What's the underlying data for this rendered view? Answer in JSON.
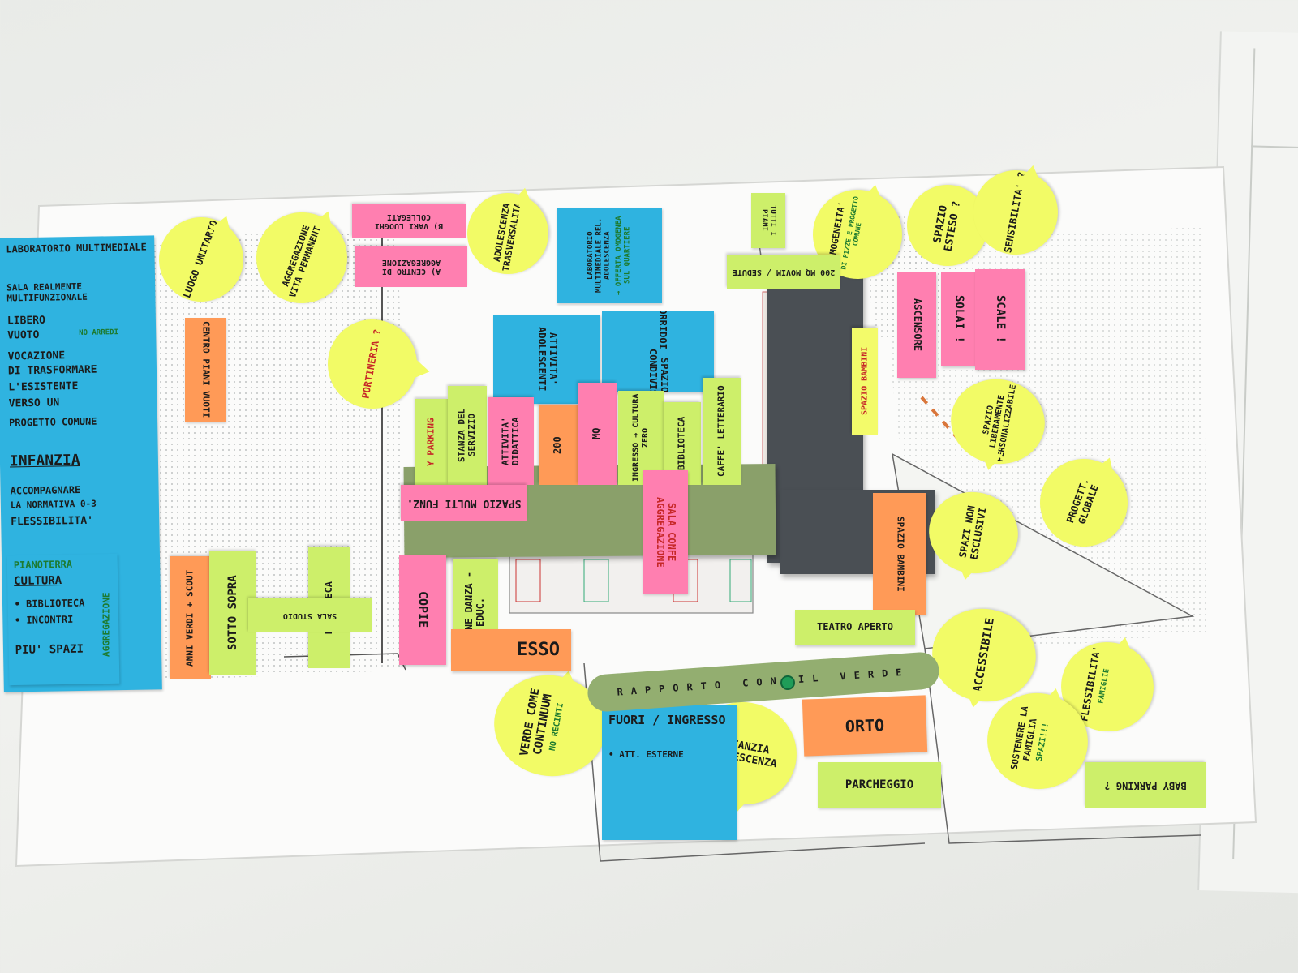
{
  "blue_block": {
    "lines": [
      "LABORATORIO MULTIMEDIALE",
      "SALA REALMENTE MULTIFUNZIONALE",
      "LIBERO",
      "VUOTO",
      "NO ARREDI",
      "VOCAZIONE",
      "DI TRASFORMARE",
      "L'ESISTENTE",
      "VERSO UN",
      "PROGETTO COMUNE",
      "INFANZIA",
      "ACCOMPAGNARE",
      "LA NORMATIVA 0-3",
      "FLESSIBILITA'"
    ]
  },
  "cultura_block": {
    "title_green": "PIANOTERRA",
    "title": "CULTURA",
    "items": [
      "• BIBLIOTECA",
      "• INCONTRI",
      "PIU' SPAZI"
    ],
    "side_green": "AGGREGAZIONE"
  },
  "bubbles": {
    "luogo": "LUOGO UNITARIO",
    "aggregazione": "AGGREGAZIONE VITA PERMANENTE",
    "adolescenza": "ADOLESCENZA TRASVERSALITA'",
    "portineria": "PORTINERIA ?",
    "omogeneita": "OMOGENEITA'",
    "omogeneita_sub": "DI PIZZE E PROGETTO COMUNE",
    "spazio_esteso": "SPAZIO ESTESO ?",
    "sensibilita": "SENSIBILITA' ?",
    "spazio_libero": "SPAZIO LIBERAMENTE PERSONALIZZABILE",
    "progett_globale": "PROGETT. GLOBALE",
    "spazi_non_esclusivi": "SPAZI NON ESCLUSIVI",
    "accessibile": "ACCESSIBILE",
    "flessibilita": "FLESSIBILITA'",
    "flessibilita_sub": "FAMIGLIE",
    "sostenere": "SOSTENERE LA FAMIGLIA",
    "sostenere_sub": "SPAZI!!!",
    "verde": "VERDE COME CONTINUUM",
    "verde_sub": "NO RECINTI",
    "infanzia_adolescenza": "INFANZIA ADOLESCENZA"
  },
  "notes": {
    "vari_luoghi": "B) VARI LUOGHI COLLEGATI",
    "centro_aggregazione": "A) CENTRO DI AGGREGAZIONE",
    "laboratorio": "LABORATORIO MULTIMEDIALE REL. ADOLESCENZA",
    "offerta": "→ OFFERTA OMOGENEA SUL QUARTIERE",
    "tutti_piani": "TUTTI I PIANI",
    "centro_vuoti": "CENTRO PIANI VUOTI",
    "attivita_dolescenti": "ATTIVITA' ADOLESCENTI",
    "corridoi": "CORRIDOI",
    "spazio_condiviso": "SPAZIO CONDIVISO",
    "movimento": "200 MQ MOVIM / SEDUTE",
    "ascensore": "ASCENSORE",
    "solai": "SOLAI !",
    "scale": "SCALE !",
    "parking": "Y PARKING",
    "servizio": "STANZA DEL SERVIZIO",
    "didattica": "ATTIVITA' DIDATTICA",
    "n200": "200",
    "mq": "MQ",
    "ingresso_cultura": "INGRESSO → CULTURA ZERO",
    "biblioteca": "BIBLIOTECA",
    "caffe": "CAFFE' LETTERARIO",
    "spazio_multi": "SPAZIO MULTI FUNZ.",
    "sala_confe": "SALA CONFE AGGREGAZIONE",
    "spazio_bambini": "SPAZIO BAMBINI",
    "copie": "COPIE",
    "selene": "SELENE DANZA - EDUC.",
    "esso": "ESSO",
    "teatro": "TEATRO APERTO",
    "anni": "ANNI VERDI + SCOUT",
    "sopra": "SOTTO SOPRA",
    "mediateca": "MEDIATECA",
    "sala_studio": "SALA STUDIO",
    "fuori": "FUORI / INGRESSO",
    "att_esterne": "• ATT. ESTERNE",
    "orto": "ORTO",
    "parcheggio": "PARCHEGGIO",
    "baby": "BABY PARKING ?"
  },
  "river_text": "RAPPORTO CON IL VERDE"
}
